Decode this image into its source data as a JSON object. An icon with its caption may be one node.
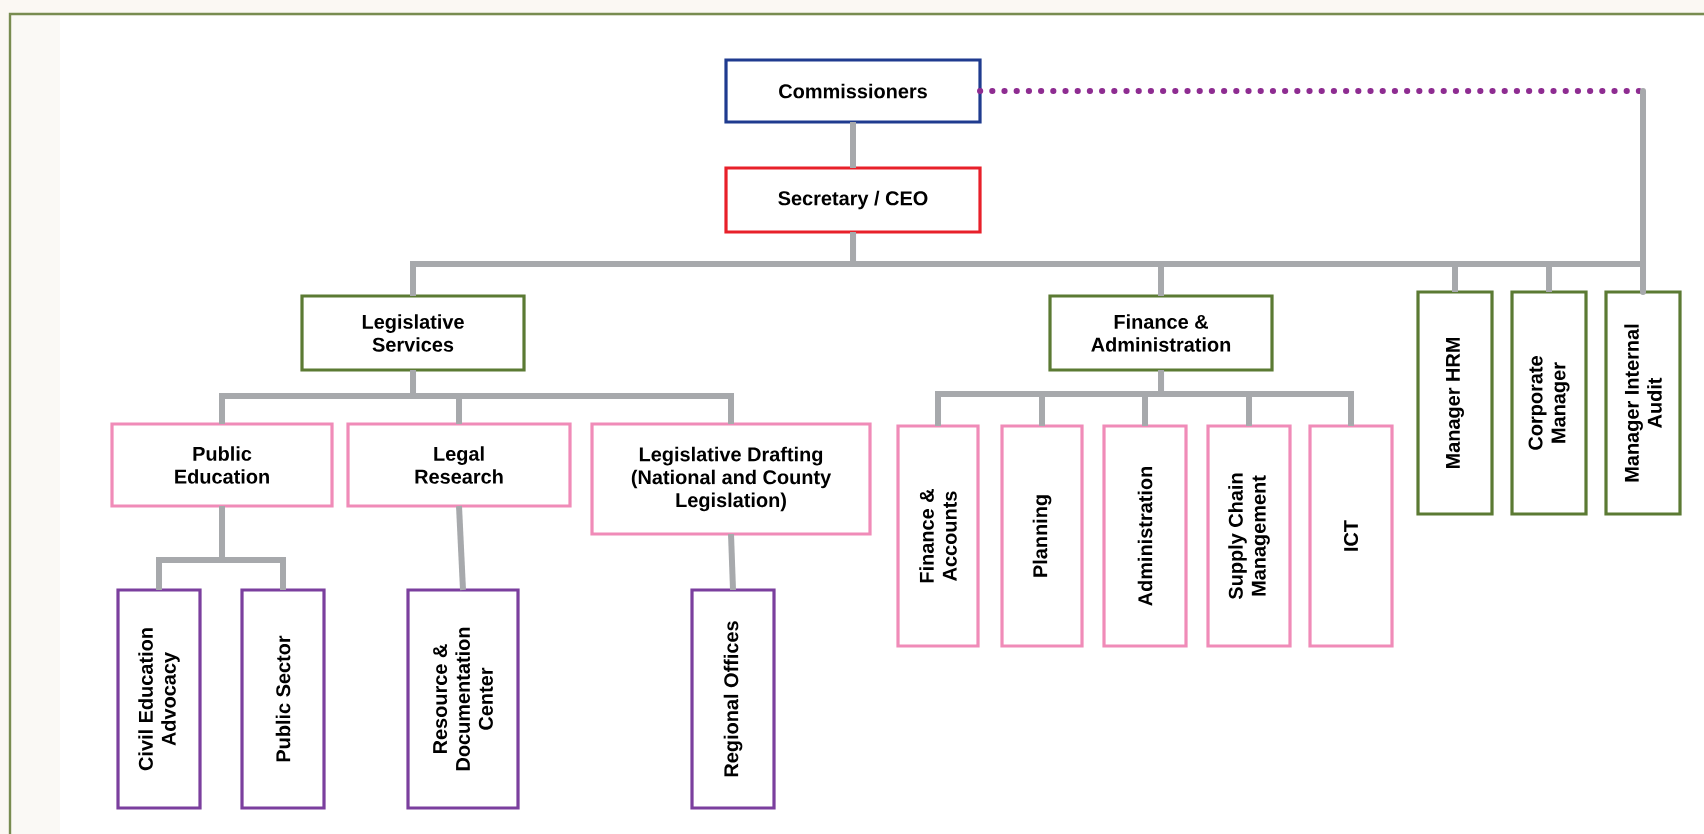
{
  "diagram": {
    "nodes": [
      {
        "text": [
          "Commissioners"
        ]
      },
      {
        "text": [
          "Secretary / CEO"
        ]
      },
      {
        "text": [
          "Legislative Services"
        ]
      },
      {
        "text": [
          "Finance & Administration"
        ]
      },
      {
        "text": [
          "Manager HRM"
        ]
      },
      {
        "text": [
          "Corporate Manager"
        ]
      },
      {
        "text": [
          "Manager Internal Audit"
        ]
      },
      {
        "text": [
          "Public Education"
        ]
      },
      {
        "text": [
          "Legal Research"
        ]
      },
      {
        "text": [
          "Legislative Drafting (National and County Legislation)"
        ]
      },
      {
        "text": [
          "Finance & Accounts"
        ]
      },
      {
        "text": [
          "Planning"
        ]
      },
      {
        "text": [
          "Administration"
        ]
      },
      {
        "text": [
          "Supply Chain Management"
        ]
      },
      {
        "text": [
          "ICT"
        ]
      },
      {
        "text": [
          "Civil Education Advocacy"
        ]
      },
      {
        "text": [
          "Public Sector"
        ]
      },
      {
        "text": [
          "Resource & Documentation Center"
        ]
      },
      {
        "text": [
          "Regional Offices"
        ]
      }
    ],
    "edges": [
      {
        "from": 0,
        "to": 1,
        "arrow": "none"
      },
      {
        "from": 0,
        "to": 6,
        "arrow": "none",
        "style": "dashed",
        "color": "#8e2c91"
      },
      {
        "from": 1,
        "to": 2,
        "arrow": "none"
      },
      {
        "from": 1,
        "to": 3,
        "arrow": "none"
      },
      {
        "from": 1,
        "to": 4,
        "arrow": "none"
      },
      {
        "from": 1,
        "to": 5,
        "arrow": "none"
      },
      {
        "from": 1,
        "to": 6,
        "arrow": "none"
      },
      {
        "from": 2,
        "to": 7,
        "arrow": "none"
      },
      {
        "from": 2,
        "to": 8,
        "arrow": "none"
      },
      {
        "from": 2,
        "to": 9,
        "arrow": "none"
      },
      {
        "from": 3,
        "to": 10,
        "arrow": "none"
      },
      {
        "from": 3,
        "to": 11,
        "arrow": "none"
      },
      {
        "from": 3,
        "to": 12,
        "arrow": "none"
      },
      {
        "from": 3,
        "to": 13,
        "arrow": "none"
      },
      {
        "from": 3,
        "to": 14,
        "arrow": "none"
      },
      {
        "from": 7,
        "to": 15,
        "arrow": "none"
      },
      {
        "from": 7,
        "to": 16,
        "arrow": "none"
      },
      {
        "from": 8,
        "to": 17,
        "arrow": "none"
      },
      {
        "from": 9,
        "to": 18,
        "arrow": "none"
      }
    ]
  }
}
